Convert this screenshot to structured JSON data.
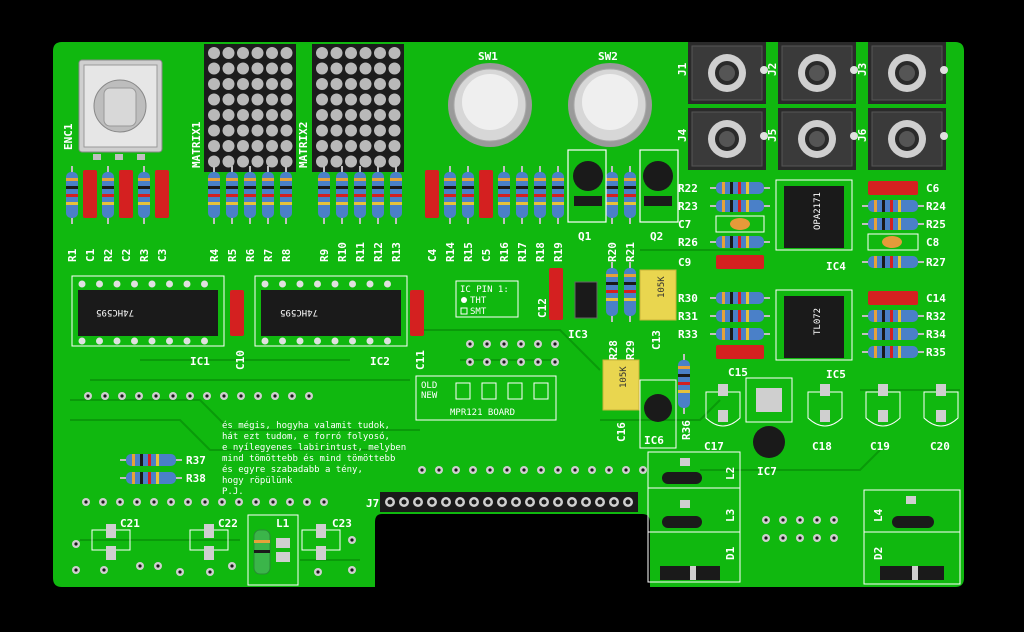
{
  "colors": {
    "background": "#000000",
    "pcb": "#10b80f",
    "pcb_trace": "#0a9a0a",
    "silk": "#ffffff",
    "ic_body": "#1a1a1a",
    "cap_red": "#d42020",
    "cap_yellow": "#e9d64f",
    "jack": "#cfcfcf"
  },
  "labels": {
    "enc": "ENC1",
    "matrix1": "MATRIX1",
    "matrix2": "MATRIX2",
    "sw1": "SW1",
    "sw2": "SW2",
    "jacks": [
      "J1",
      "J2",
      "J3",
      "J4",
      "J5",
      "J6"
    ],
    "top_row": [
      "R1",
      "C1",
      "R2",
      "C2",
      "R3",
      "C3",
      "R4",
      "R5",
      "R6",
      "R7",
      "R8",
      "R9",
      "R10",
      "R11",
      "R12",
      "R13",
      "C4",
      "R14",
      "R15",
      "C5",
      "R16",
      "R17",
      "R18",
      "R19",
      "R20",
      "R21"
    ],
    "q1": "Q1",
    "q2": "Q2",
    "ic1": "IC1",
    "ic2": "IC2",
    "ic3": "IC3",
    "ic4": "IC4",
    "ic5": "IC5",
    "ic6": "IC6",
    "ic7": "IC7",
    "ic1_mark": "74HC595",
    "ic2_mark": "74HC595",
    "ic4_mark": "OPA2171",
    "ic5_mark": "TL072",
    "c10": "C10",
    "c11": "C11",
    "c12": "C12",
    "c13": "C13",
    "c16": "C16",
    "r28": "R28",
    "r29": "R29",
    "r36": "R36",
    "c17": "C17",
    "c18": "C18",
    "c19": "C19",
    "c20": "C20",
    "c21": "C21",
    "c22": "C22",
    "c23": "C23",
    "l1": "L1",
    "l2": "L2",
    "l3": "L3",
    "l4": "L4",
    "d1": "D1",
    "d2": "D2",
    "j7": "J7",
    "r37": "R37",
    "r38": "R38",
    "cap_105k": "105K",
    "right_left_labels": [
      "R22",
      "R23",
      "C7",
      "R26",
      "C9"
    ],
    "right_right_labels": [
      "C6",
      "R24",
      "R25",
      "C8",
      "R27"
    ],
    "right2_left_labels": [
      "R30",
      "R31",
      "R33",
      "C15"
    ],
    "right2_right_labels": [
      "C14",
      "R32",
      "R34",
      "R35"
    ],
    "ic_pin_title": "IC PIN 1:",
    "ic_pin_tht": "THT",
    "ic_pin_smt": "SMT",
    "old": "OLD",
    "new": "NEW",
    "mpr_board": "MPR121 BOARD",
    "poem": [
      "és mégis, hogyha valamit tudok,",
      "hát ezt tudom, e forró folyosó,",
      "e nyílegyenes labirintust, melyben",
      "mind tömöttebb és mind tömöttebb",
      "és egyre szabadabb a tény,",
      "hogy röpülünk",
      "P.J."
    ]
  }
}
